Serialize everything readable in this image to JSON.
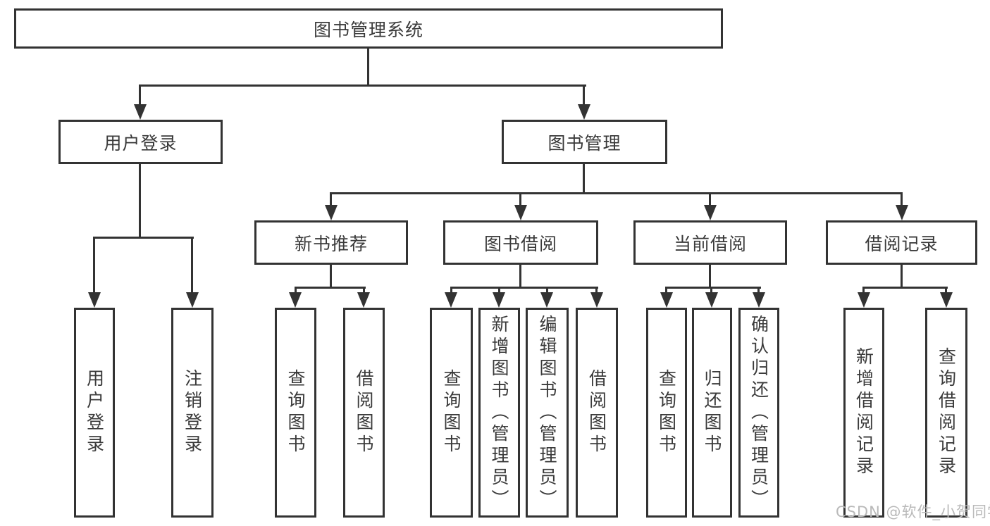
{
  "colors": {
    "stroke": "#333333",
    "text": "#3a3a3a",
    "background": "#ffffff",
    "watermark_text": "#b9b9b9"
  },
  "watermark": "CSDN @软件_小贺同学",
  "tree": {
    "root": "图书管理系统",
    "user_login": {
      "label": "用户登录",
      "children": [
        "用户登录",
        "注销登录"
      ]
    },
    "book_mgmt": {
      "label": "图书管理",
      "sections": [
        {
          "label": "新书推荐",
          "children": [
            "查询图书",
            "借阅图书"
          ]
        },
        {
          "label": "图书借阅",
          "children": [
            "查询图书",
            "新增图书（管理员）",
            "编辑图书（管理员）",
            "借阅图书"
          ]
        },
        {
          "label": "当前借阅",
          "children": [
            "查询图书",
            "归还图书",
            "确认归还（管理员）"
          ]
        },
        {
          "label": "借阅记录",
          "children": [
            "新增借阅记录",
            "查询借阅记录"
          ]
        }
      ]
    }
  }
}
